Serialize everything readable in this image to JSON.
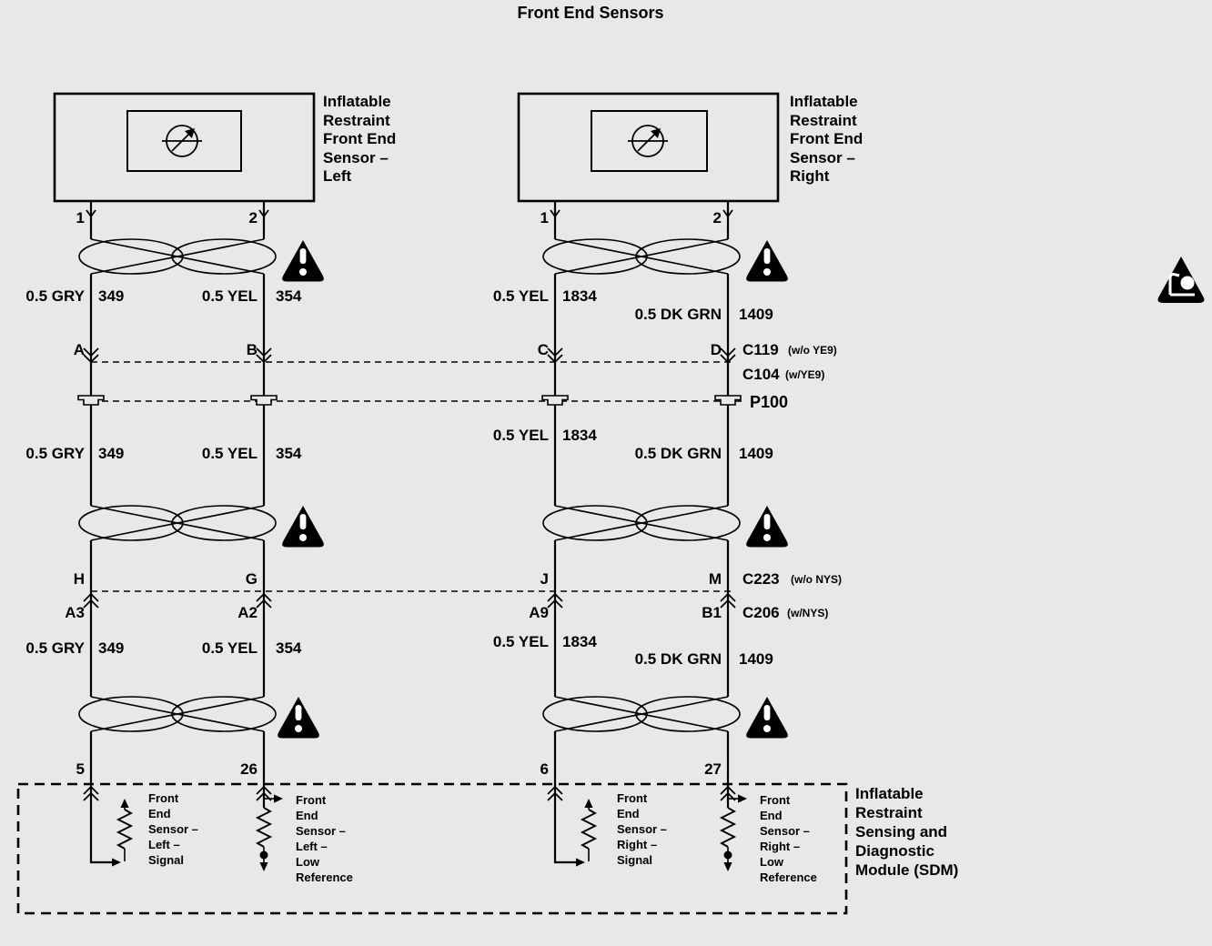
{
  "title": "Front End Sensors",
  "colors": {
    "background": "#e8e8e7",
    "line": "#000000",
    "warning_fill": "#000000",
    "warning_glyph": "#ffffff"
  },
  "icons": {
    "warning": "caution-triangle-exclamation",
    "sir": "sir-airbag-caution-triangle",
    "sensor": "accelerometer-sensor-symbol",
    "grommet": "grommet-pass-through",
    "twist": "twisted-pair-wires"
  },
  "sensor_left": {
    "lines": [
      "Inflatable",
      "Restraint",
      "Front End",
      "Sensor –",
      "Left"
    ]
  },
  "sensor_right": {
    "lines": [
      "Inflatable",
      "Restraint",
      "Front End",
      "Sensor –",
      "Right"
    ]
  },
  "pins_top": [
    "1",
    "2",
    "1",
    "2"
  ],
  "wires": {
    "sec1": [
      {
        "gauge": "0.5 GRY",
        "circuit": "349"
      },
      {
        "gauge": "0.5 YEL",
        "circuit": "354"
      },
      {
        "gauge": "0.5 YEL",
        "circuit": "1834"
      },
      {
        "gauge": "0.5 DK GRN",
        "circuit": "1409"
      }
    ],
    "sec2": [
      {
        "gauge": "0.5 GRY",
        "circuit": "349"
      },
      {
        "gauge": "0.5 YEL",
        "circuit": "354"
      },
      {
        "gauge": "0.5 YEL",
        "circuit": "1834"
      },
      {
        "gauge": "0.5 DK GRN",
        "circuit": "1409"
      }
    ],
    "sec3": [
      {
        "gauge": "0.5 GRY",
        "circuit": "349"
      },
      {
        "gauge": "0.5 YEL",
        "circuit": "354"
      },
      {
        "gauge": "0.5 YEL",
        "circuit": "1834"
      },
      {
        "gauge": "0.5 DK GRN",
        "circuit": "1409"
      }
    ]
  },
  "connector1": {
    "terminals": [
      "A",
      "B",
      "C",
      "D"
    ],
    "name_a": "C119",
    "variant_a": "(w/o YE9)",
    "name_b": "C104",
    "variant_b": "(w/YE9)"
  },
  "grommet": {
    "name": "P100"
  },
  "connector2": {
    "terminals": [
      "H",
      "G",
      "J",
      "M"
    ],
    "pins": [
      "A3",
      "A2",
      "A9",
      "B1"
    ],
    "name_a": "C223",
    "variant_a": "(w/o NYS)",
    "name_b": "C206",
    "variant_b": "(w/NYS)"
  },
  "pins_bottom": [
    "5",
    "26",
    "6",
    "27"
  ],
  "sdm": {
    "left_signal": {
      "lines": [
        "Front",
        "End",
        "Sensor –",
        "Left –",
        "Signal"
      ]
    },
    "left_lowref": {
      "lines": [
        "Front",
        "End",
        "Sensor –",
        "Left –",
        "Low",
        "Reference"
      ]
    },
    "right_signal": {
      "lines": [
        "Front",
        "End",
        "Sensor –",
        "Right –",
        "Signal"
      ]
    },
    "right_lowref": {
      "lines": [
        "Front",
        "End",
        "Sensor –",
        "Right –",
        "Low",
        "Reference"
      ]
    },
    "label": {
      "lines": [
        "Inflatable",
        "Restraint",
        "Sensing and",
        "Diagnostic",
        "Module (SDM)"
      ]
    }
  }
}
